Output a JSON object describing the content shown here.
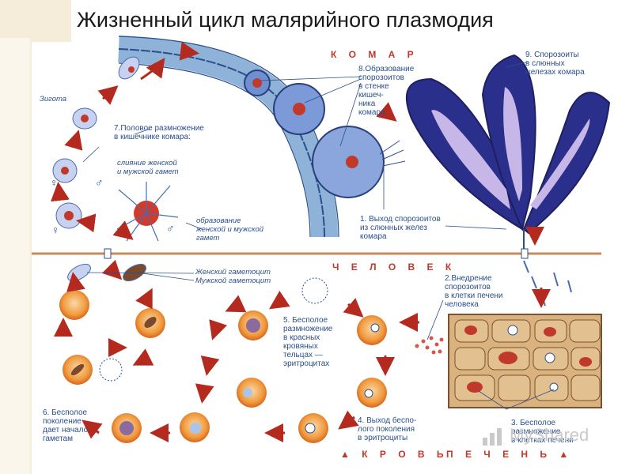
{
  "title": "Жизненный цикл малярийного плазмодия",
  "sections": {
    "mosquito": "К О М А Р",
    "human": "Ч Е Л О В Е К",
    "blood": "▲ К Р О В Ь",
    "liver": "П Е Ч Е Н Ь ▲"
  },
  "labels": {
    "zygote": "Зигота",
    "step7_l1": "7.Половое размножение",
    "step7_l2": "в кишечнике комара:",
    "fusion_l1": "слияние женской",
    "fusion_l2": "и мужской гамет",
    "gamete_form_l1": "образование",
    "gamete_form_l2": "женской и мужской",
    "gamete_form_l3": "гамет",
    "step8_l1": "8.Образование",
    "step8_l2": "спорозоитов",
    "step8_l3": "в стенке",
    "step8_l4": "кишеч-",
    "step8_l5": "ника",
    "step8_l6": "комара",
    "step9_l1": "9. Спорозоиты",
    "step9_l2": "в слюнных",
    "step9_l3": "железах комара",
    "step1_l1": "1.  Выход спорозоитов",
    "step1_l2": "из слюнных желез",
    "step1_l3": "комара",
    "female_gametocyte": "Женский гаметоцит",
    "male_gametocyte": "Мужской гаметоцит",
    "step2_l1": "2.Внедрение",
    "step2_l2": "спорозоитов",
    "step2_l3": "в клетки  печени",
    "step2_l4": "человека",
    "step5_l1": "5. Бесполое",
    "step5_l2": "размножение",
    "step5_l3": "в красных",
    "step5_l4": "кровяных",
    "step5_l5": "тельцах —",
    "step5_l6": "эритроцитах",
    "step6_l1": "6. Бесполое",
    "step6_l2": "поколение",
    "step6_l3": "дает начало",
    "step6_l4": "гаметам",
    "step4_l1": "4. Выход беспо-",
    "step4_l2": "лого поколения",
    "step4_l3": "в эритроциты",
    "step3_l1": "3. Бесполое",
    "step3_l2": "размножение",
    "step3_l3": "в клетках печени"
  },
  "symbols": {
    "female": "♀",
    "male": "♂"
  },
  "watermark": "MyShared",
  "colors": {
    "label_blue": "#2a4f8c",
    "section_red": "#c0392b",
    "divider": "#c98a5a",
    "arrow_red": "#b52a1e",
    "rbc_orange": "#e8782a"
  }
}
